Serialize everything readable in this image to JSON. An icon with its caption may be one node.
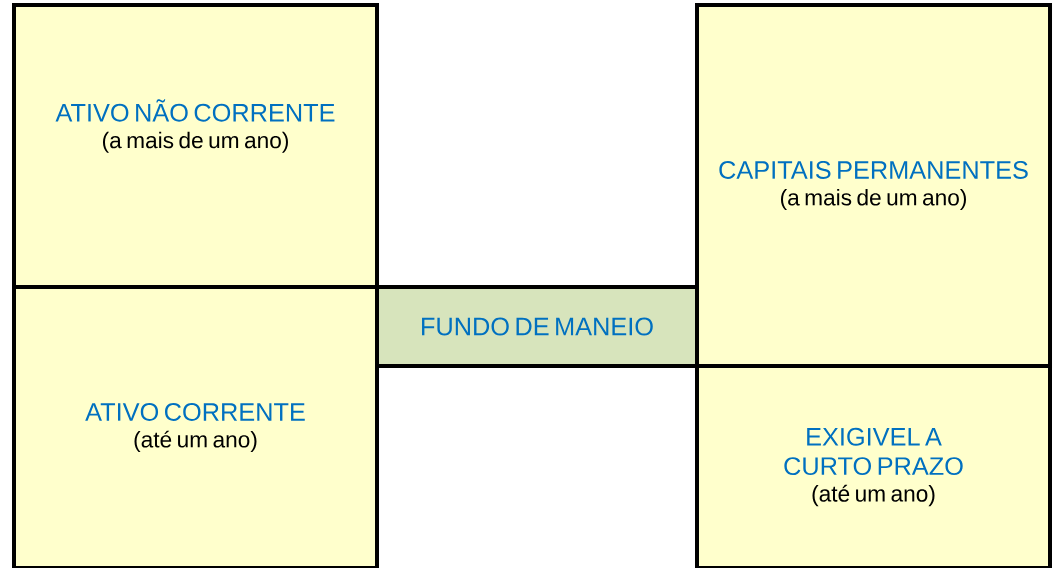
{
  "diagram": {
    "nodes": [
      {
        "text": [
          "ATIVO NÃO CORRENTE",
          "(a mais de um ano)"
        ]
      },
      {
        "text": [
          "ATIVO CORRENTE",
          "(até um ano)"
        ]
      },
      {
        "text": [
          "FUNDO DE MANEIO"
        ]
      },
      {
        "text": [
          "CAPITAIS PERMANENTES",
          "(a mais de um ano)"
        ]
      },
      {
        "text": [
          "EXIGIVEL A CURTO PRAZO",
          "(até um ano)"
        ]
      }
    ]
  }
}
